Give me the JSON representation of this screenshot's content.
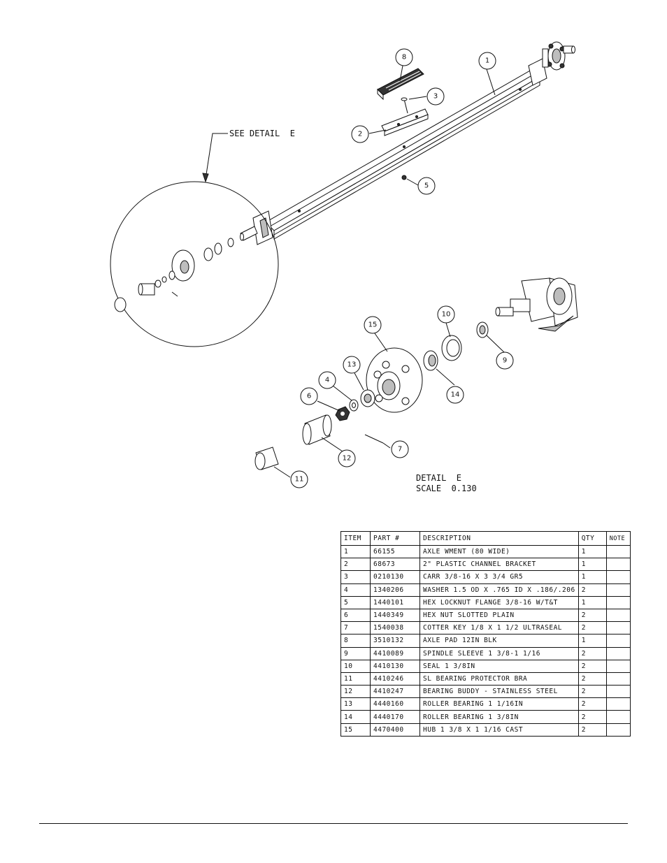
{
  "labels": {
    "see_detail": "SEE DETAIL  E",
    "detail_title": "DETAIL  E",
    "detail_scale": "SCALE  0.130"
  },
  "balloons": [
    "1",
    "2",
    "3",
    "4",
    "5",
    "6",
    "7",
    "8",
    "9",
    "10",
    "11",
    "12",
    "13",
    "14",
    "15"
  ],
  "bom": {
    "headers": [
      "ITEM",
      "PART #",
      "DESCRIPTION",
      "QTY",
      "NOTE"
    ],
    "rows": [
      {
        "item": "1",
        "part": "66155",
        "desc": "AXLE WMENT (80 WIDE)",
        "qty": "1",
        "note": ""
      },
      {
        "item": "2",
        "part": "68673",
        "desc": "2\" PLASTIC CHANNEL BRACKET",
        "qty": "1",
        "note": ""
      },
      {
        "item": "3",
        "part": "0210130",
        "desc": "CARR 3/8-16 X 3 3/4 GR5",
        "qty": "1",
        "note": ""
      },
      {
        "item": "4",
        "part": "1340206",
        "desc": "WASHER 1.5 OD X .765 ID X .186/.206",
        "qty": "2",
        "note": ""
      },
      {
        "item": "5",
        "part": "1440101",
        "desc": "HEX LOCKNUT FLANGE 3/8-16 W/T&T",
        "qty": "1",
        "note": ""
      },
      {
        "item": "6",
        "part": "1440349",
        "desc": "HEX NUT SLOTTED PLAIN",
        "qty": "2",
        "note": ""
      },
      {
        "item": "7",
        "part": "1540038",
        "desc": "COTTER KEY 1/8 X 1 1/2 ULTRASEAL",
        "qty": "2",
        "note": ""
      },
      {
        "item": "8",
        "part": "3510132",
        "desc": "AXLE PAD 12IN  BLK",
        "qty": "1",
        "note": ""
      },
      {
        "item": "9",
        "part": "4410089",
        "desc": "SPINDLE SLEEVE  1 3/8-1 1/16",
        "qty": "2",
        "note": ""
      },
      {
        "item": "10",
        "part": "4410130",
        "desc": "SEAL  1 3/8IN",
        "qty": "2",
        "note": ""
      },
      {
        "item": "11",
        "part": "4410246",
        "desc": "SL BEARING PROTECTOR BRA",
        "qty": "2",
        "note": ""
      },
      {
        "item": "12",
        "part": "4410247",
        "desc": "BEARING BUDDY - STAINLESS STEEL",
        "qty": "2",
        "note": ""
      },
      {
        "item": "13",
        "part": "4440160",
        "desc": "ROLLER BEARING   1 1/16IN",
        "qty": "2",
        "note": ""
      },
      {
        "item": "14",
        "part": "4440170",
        "desc": "ROLLER BEARING   1 3/8IN",
        "qty": "2",
        "note": ""
      },
      {
        "item": "15",
        "part": "4470400",
        "desc": "HUB  1 3/8 X 1 1/16 CAST",
        "qty": "2",
        "note": ""
      }
    ]
  }
}
